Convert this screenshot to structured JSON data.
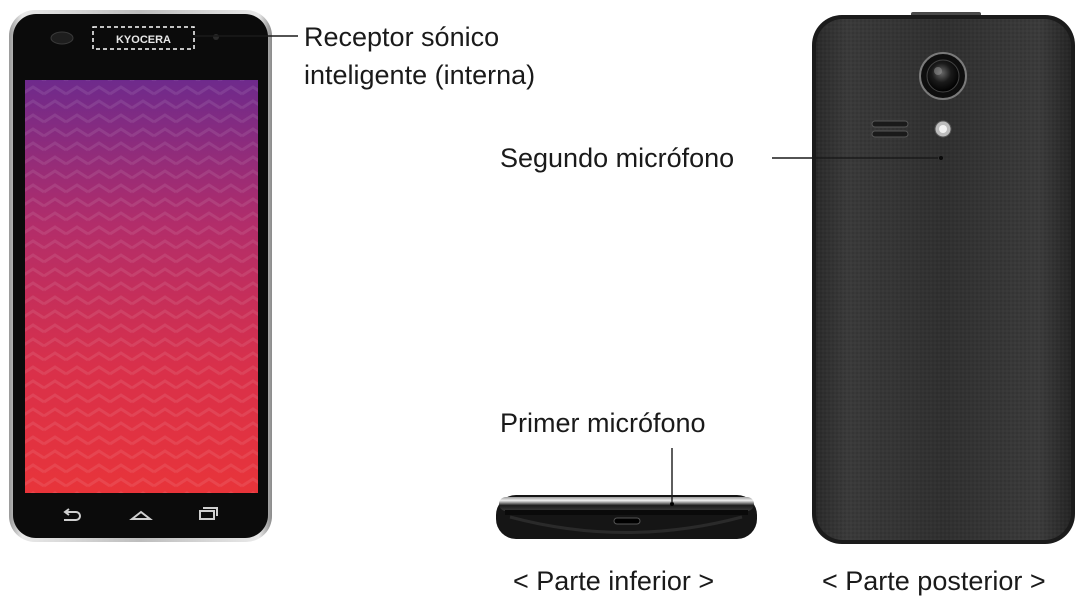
{
  "front_phone": {
    "brand_logo_text": "KYOCERA",
    "nav_icons": [
      "back-icon",
      "home-icon",
      "recent-apps-icon"
    ],
    "screen_gradient": [
      "#6e2a8c",
      "#c2325f",
      "#e8343a"
    ]
  },
  "labels": {
    "receptor_line1": "Receptor sónico",
    "receptor_line2": "inteligente (interna)",
    "segundo_microfono": "Segundo micrófono",
    "primer_microfono": "Primer micrófono"
  },
  "captions": {
    "bottom": "< Parte inferior >",
    "back": "< Parte posterior >"
  }
}
